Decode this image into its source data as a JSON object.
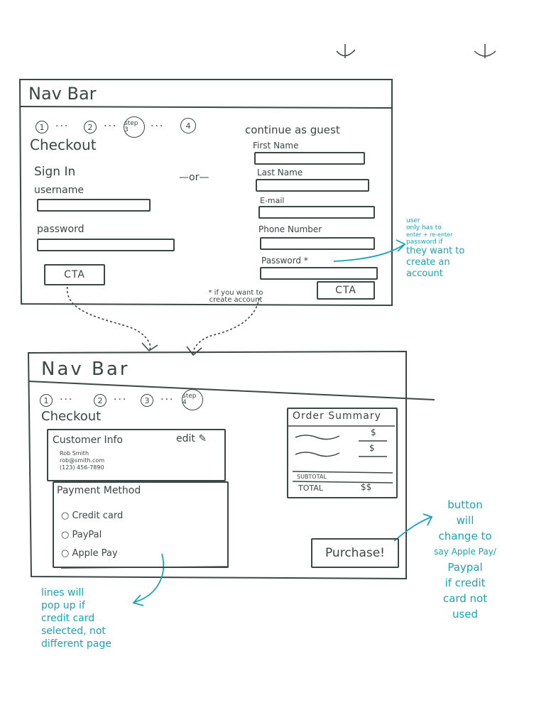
{
  "screen1": {
    "nav_bar": "Nav Bar",
    "steps": [
      "1",
      "2",
      "step 3",
      "4"
    ],
    "checkout_title": "Checkout",
    "sign_in": {
      "title": "Sign In",
      "username_label": "username",
      "password_label": "password",
      "cta": "CTA"
    },
    "or_divider": "—or—",
    "guest": {
      "title": "continue as guest",
      "first_name": "First Name",
      "last_name": "Last Name",
      "email": "E-mail",
      "phone": "Phone Number",
      "password": "Password *",
      "cta": "CTA"
    },
    "create_account_note": "* if you want to create account"
  },
  "screen2": {
    "nav_bar": "Nav Bar",
    "steps": [
      "1",
      "2",
      "3",
      "step 4"
    ],
    "checkout_title": "Checkout",
    "customer_info": {
      "title": "Customer Info",
      "edit": "edit",
      "name": "Rob Smith",
      "email": "rob@smith.com",
      "phone": "(123) 456-7890"
    },
    "payment": {
      "title": "Payment Method",
      "options": [
        "Credit card",
        "PayPal",
        "Apple Pay"
      ]
    },
    "order_summary": {
      "title": "Order Summary",
      "item_price": "$",
      "subtotal": "SUBTOTAL",
      "total": "TOTAL",
      "total_value": "$$"
    },
    "purchase_button": "Purchase!"
  },
  "annotations": {
    "password_note": [
      "user",
      "only has to",
      "enter + re-enter",
      "password if",
      "they want to",
      "create an",
      "account"
    ],
    "lines_note": [
      "lines will",
      "pop up if",
      "credit card",
      "selected, not",
      "different page"
    ],
    "button_note": [
      "button",
      "will",
      "change to",
      "say Apple Pay/",
      "Paypal",
      "if credit",
      "card not",
      "used"
    ]
  },
  "colors": {
    "ink": "#3a4745",
    "annotation": "#1aa3b5"
  }
}
